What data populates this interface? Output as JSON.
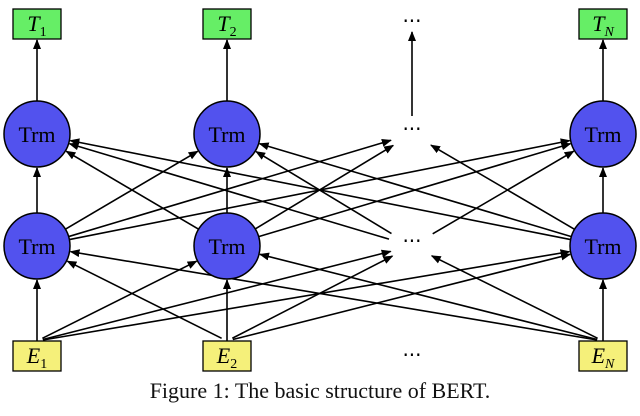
{
  "colors": {
    "node_fill": "#5252ee",
    "output_fill": "#66ee66",
    "input_fill": "#f5f07a",
    "stroke": "#000000"
  },
  "diagram": {
    "node_label": "Trm",
    "ellipsis": "···",
    "outputs": [
      {
        "base": "T",
        "sub": "1"
      },
      {
        "base": "T",
        "sub": "2"
      },
      {
        "base": "T",
        "sub": "N"
      }
    ],
    "inputs": [
      {
        "base": "E",
        "sub": "1"
      },
      {
        "base": "E",
        "sub": "2"
      },
      {
        "base": "E",
        "sub": "N"
      }
    ]
  },
  "caption": "Figure 1: The basic structure of BERT."
}
